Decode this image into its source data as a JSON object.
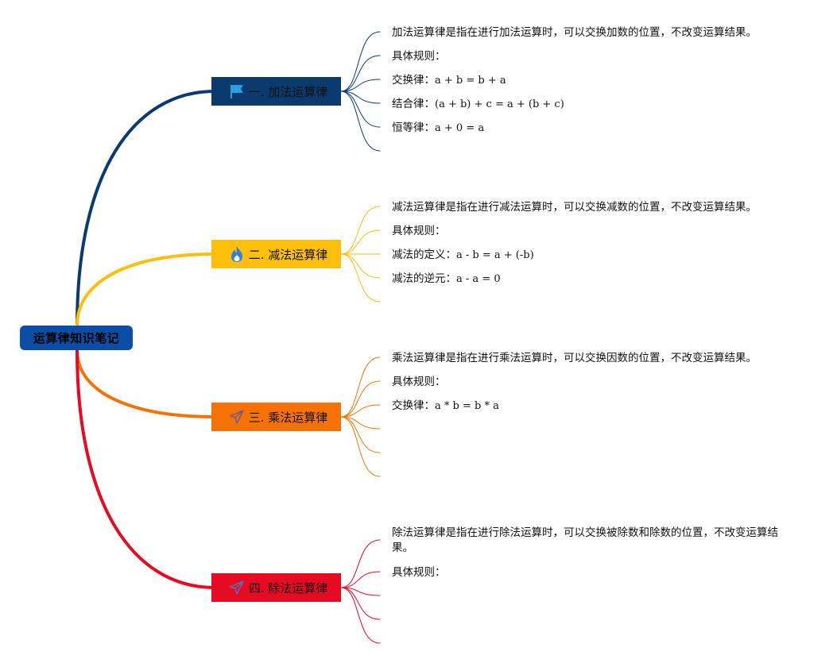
{
  "root": {
    "label": "运算律知识笔记",
    "color": "#0a4ea6"
  },
  "branches": [
    {
      "label": "一. 加法运算律",
      "icon": "flag-icon",
      "color": "#0b3a6e",
      "leaves": [
        {
          "text": "加法运算律是指在进行加法运算时，可以交换加数的位置，不改变运算结果。"
        },
        {
          "text": "具体规则："
        },
        {
          "label": "交换律：",
          "math": "a + b = b + a"
        },
        {
          "label": "结合律：",
          "math": "(a + b) + c = a + (b + c)"
        },
        {
          "label": "恒等律：",
          "math": "a + 0 = a"
        },
        {
          "text": ""
        }
      ]
    },
    {
      "label": "二. 减法运算律",
      "icon": "fire-icon",
      "color": "#fcbf0c",
      "leaves": [
        {
          "text": "减法运算律是指在进行减法运算时，可以交换减数的位置，不改变运算结果。"
        },
        {
          "text": "具体规则："
        },
        {
          "label": "减法的定义：",
          "math": "a - b = a + (-b)"
        },
        {
          "label": "减法的逆元：",
          "math": "a - a = 0"
        },
        {
          "text": ""
        }
      ]
    },
    {
      "label": "三. 乘法运算律",
      "icon": "paper-plane-icon",
      "color": "#f77205",
      "leaves": [
        {
          "text": "乘法运算律是指在进行乘法运算时，可以交换因数的位置，不改变运算结果。"
        },
        {
          "text": "具体规则："
        },
        {
          "label": "交换律：",
          "math": "a * b = b * a"
        },
        {
          "text": ""
        },
        {
          "text": ""
        },
        {
          "text": ""
        }
      ]
    },
    {
      "label": "四. 除法运算律",
      "icon": "paper-plane-icon",
      "color": "#e60a22",
      "leaves": [
        {
          "text": "除法运算律是指在进行除法运算时，可以交换被除数和除数的位置，不改变运算结果。"
        },
        {
          "text": "具体规则："
        },
        {
          "text": ""
        },
        {
          "text": ""
        },
        {
          "text": ""
        }
      ]
    }
  ]
}
